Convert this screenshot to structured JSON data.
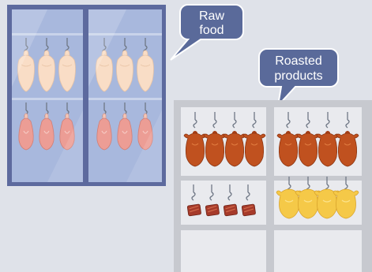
{
  "labels": {
    "raw": [
      "Raw",
      "food"
    ],
    "roasted": [
      "Roasted",
      "products"
    ]
  },
  "colors": {
    "background": "#dfe2e9",
    "bubble": "#5a6a9a",
    "fridge_frame": "#5d6a9e",
    "glass": "#a8b8dd",
    "rack": "#c7c9cf",
    "rack_cell": "#e9eaee",
    "raw_chicken": "#f9ddc6",
    "ham": "#ec9d95",
    "roast_duck": "#c0511f",
    "roast_chicken": "#f5c948",
    "roast_pork": "#a63a2a",
    "hook": "#6f7785"
  },
  "icons": [
    "speech-bubble",
    "hanging-raw-chicken",
    "hanging-ham",
    "hanging-roast-duck",
    "hanging-roast-pork",
    "hanging-roast-chicken",
    "meat-hook"
  ]
}
